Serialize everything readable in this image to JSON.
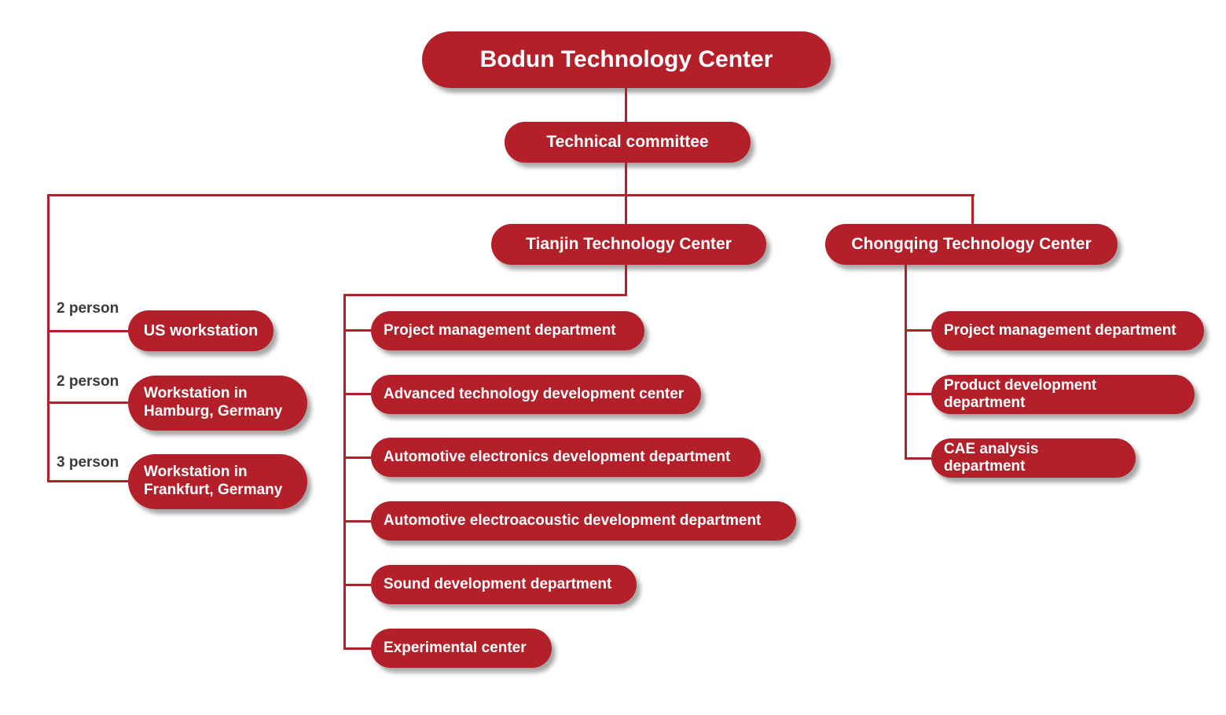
{
  "title": "Bodun Technology Center",
  "committee": "Technical committee",
  "workstations": [
    {
      "count": "2 person",
      "label": "US workstation"
    },
    {
      "count": "2 person",
      "label": "Workstation in Hamburg, Germany"
    },
    {
      "count": "3 person",
      "label": "Workstation in Frankfurt, Germany"
    }
  ],
  "tianjin": {
    "label": "Tianjin Technology Center",
    "departments": [
      "Project management department",
      "Advanced technology development center",
      "Automotive electronics development department",
      "Automotive electroacoustic development department",
      "Sound development department",
      "Experimental center"
    ]
  },
  "chongqing": {
    "label": "Chongqing Technology Center",
    "departments": [
      "Project management department",
      "Product development department",
      "CAE analysis department"
    ]
  },
  "colors": {
    "red": "#b3202a",
    "text_white": "#ffffff",
    "label_dark": "#3b3b3b",
    "background": "#ffffff"
  }
}
